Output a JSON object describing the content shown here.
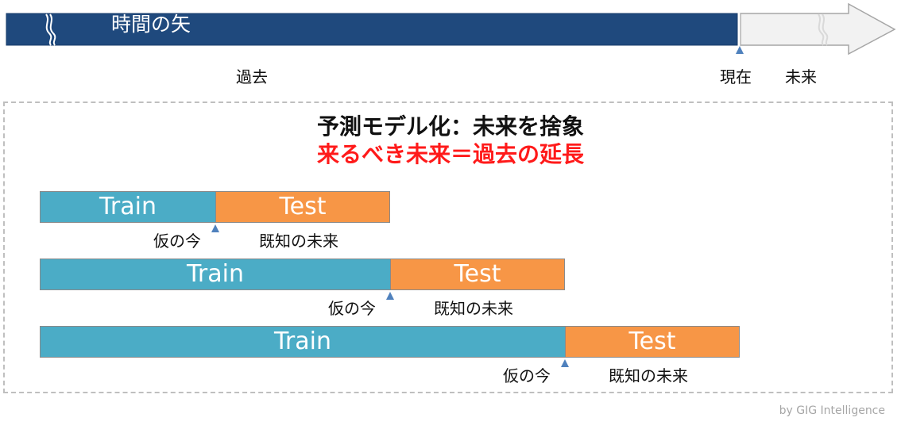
{
  "timeline": {
    "title": "時間の矢",
    "past_label": "過去",
    "present_label": "現在",
    "future_label": "未来",
    "past_color": "#1f497d",
    "future_color": "#f2f2f2"
  },
  "headline": {
    "line1": "予測モデル化：未来を捨象",
    "line2": "来るべき未来＝過去の延長",
    "line2_color": "#ff1a1a"
  },
  "folds": [
    {
      "train_label": "Train",
      "test_label": "Test",
      "cutoff_label": "仮の今",
      "future_label": "既知の未来"
    },
    {
      "train_label": "Train",
      "test_label": "Test",
      "cutoff_label": "仮の今",
      "future_label": "既知の未来"
    },
    {
      "train_label": "Train",
      "test_label": "Test",
      "cutoff_label": "仮の今",
      "future_label": "既知の未来"
    }
  ],
  "colors": {
    "train": "#4bacc6",
    "test": "#f79646",
    "marker": "#4f81bd"
  },
  "credit": "by GIG Intelligence"
}
